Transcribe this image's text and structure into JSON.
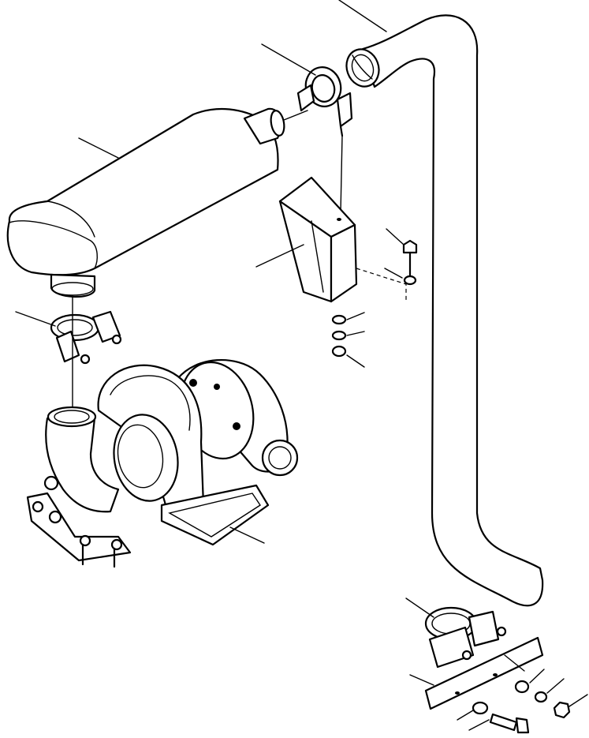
{
  "diagram": {
    "kind": "exploded parts illustration",
    "parts": [
      {
        "id": "exhaust-pipe"
      },
      {
        "id": "pipe-clamp-upper"
      },
      {
        "id": "muffler"
      },
      {
        "id": "muffler-bracket"
      },
      {
        "id": "bolt-upper"
      },
      {
        "id": "washer-upper"
      },
      {
        "id": "washer-stack-1"
      },
      {
        "id": "washer-stack-2"
      },
      {
        "id": "nut-stack"
      },
      {
        "id": "clamp-lower-left"
      },
      {
        "id": "turbocharger"
      },
      {
        "id": "pipe-clamp-lower-right"
      },
      {
        "id": "mounting-plate"
      },
      {
        "id": "washer-lower-1"
      },
      {
        "id": "washer-lower-2"
      },
      {
        "id": "nut-lower"
      },
      {
        "id": "bolt-lower"
      }
    ]
  }
}
